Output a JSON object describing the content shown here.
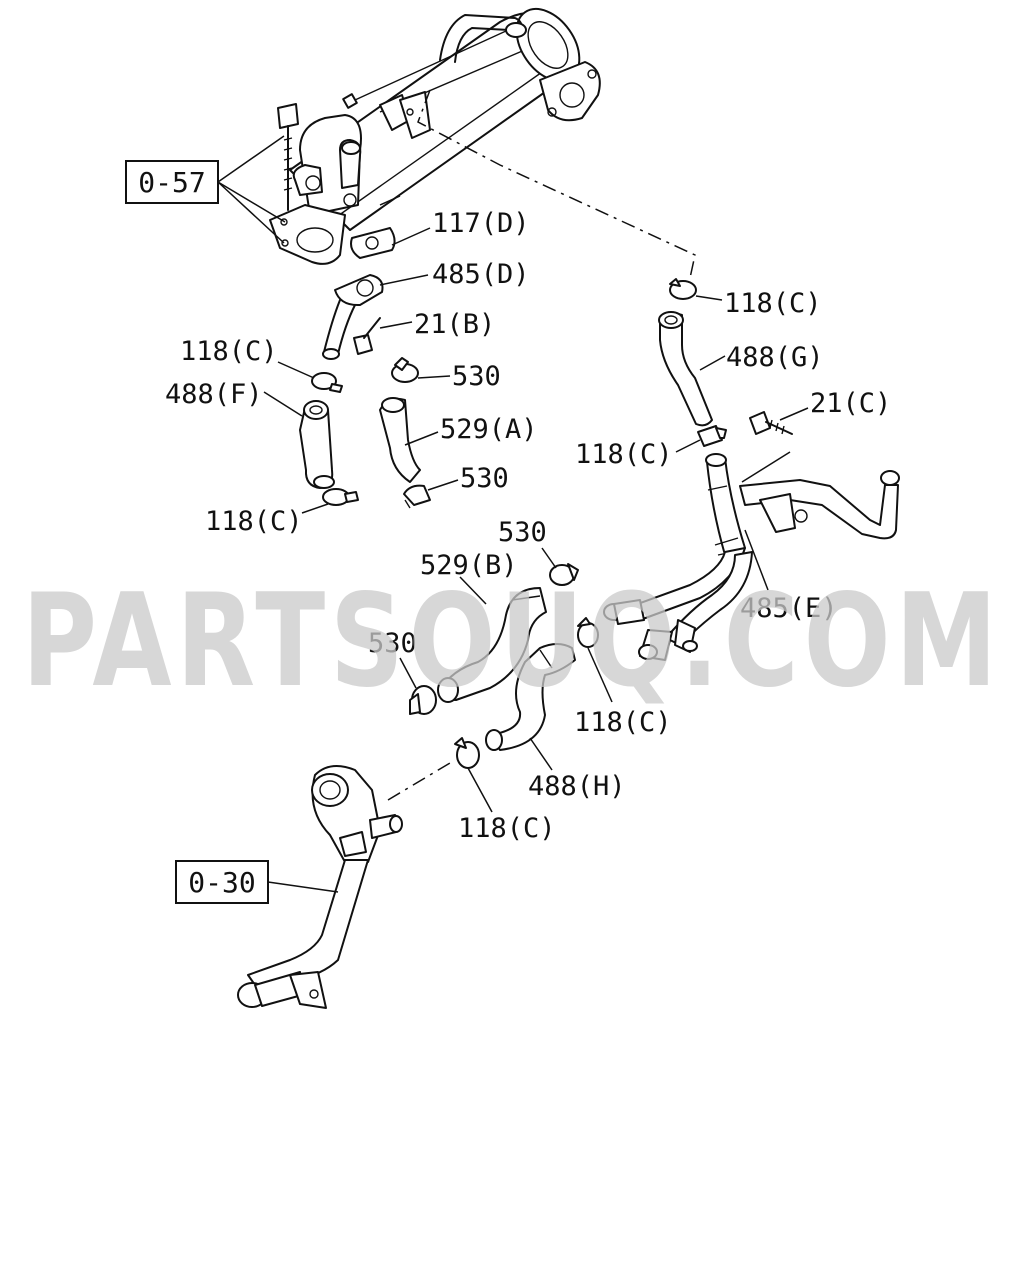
{
  "watermark": "PARTSOUQ.COM",
  "references": {
    "ref_0_57": "0-57",
    "ref_0_30": "0-30"
  },
  "callouts": {
    "c117_d": "117(D)",
    "c485_d": "485(D)",
    "c21_b": "21(B)",
    "c118_c_1": "118(C)",
    "c488_f": "488(F)",
    "c530_1": "530",
    "c529_a": "529(A)",
    "c530_2": "530",
    "c118_c_2": "118(C)",
    "c118_c_top": "118(C)",
    "c488_g": "488(G)",
    "c21_c": "21(C)",
    "c118_c_3": "118(C)",
    "c530_3": "530",
    "c529_b": "529(B)",
    "c485_e": "485(E)",
    "c530_4": "530",
    "c118_c_4": "118(C)",
    "c488_h": "488(H)",
    "c118_c_5": "118(C)"
  }
}
